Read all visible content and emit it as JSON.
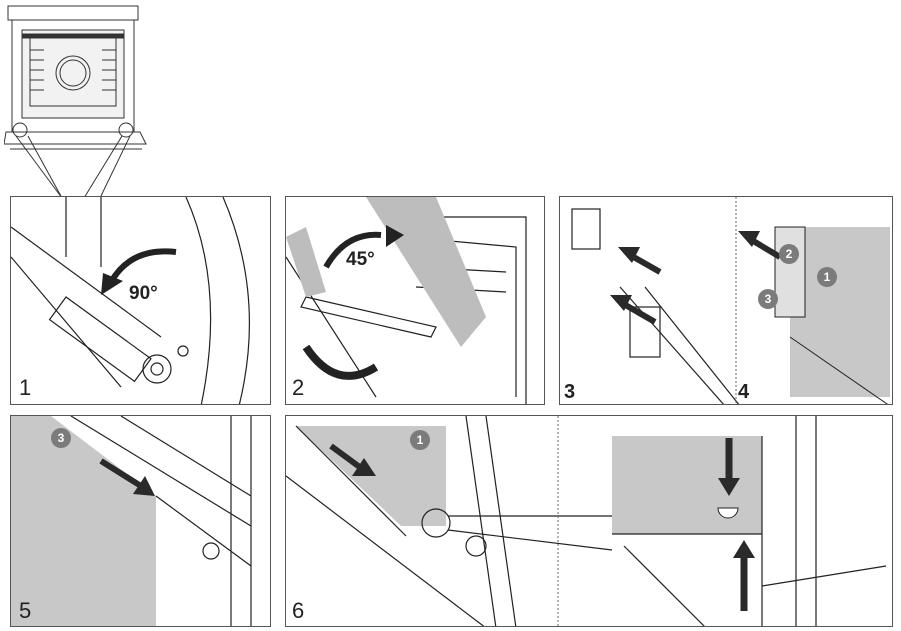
{
  "overview": {
    "icon": "oven-front-view"
  },
  "panels": [
    {
      "number": "1",
      "angle": "90°"
    },
    {
      "number": "2",
      "angle": "45°"
    },
    {
      "number": "3"
    },
    {
      "number": "4",
      "badges": [
        "2",
        "1",
        "3"
      ]
    },
    {
      "number": "5",
      "badges": [
        "3"
      ]
    },
    {
      "number": "6",
      "badges": [
        "1"
      ]
    }
  ],
  "colors": {
    "line": "#222222",
    "panel_fill": "#c8c8c8",
    "badge": "#7b7b7b",
    "arrow": "#2a2a2a"
  }
}
